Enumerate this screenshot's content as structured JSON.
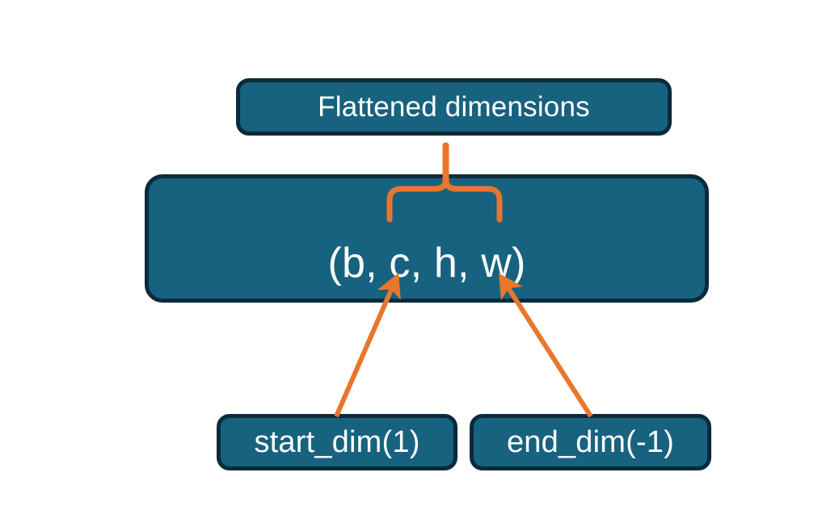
{
  "diagram": {
    "title_box": {
      "label": "Flattened dimensions",
      "name": "flattened-dimensions-box"
    },
    "tuple_box": {
      "label": "(b, c, h, w)",
      "name": "tensor-shape-box"
    },
    "start_box": {
      "label": "start_dim(1)",
      "name": "start-dim-box"
    },
    "end_box": {
      "label": "end_dim(-1)",
      "name": "end-dim-box"
    },
    "connectors": {
      "brace_name": "flattened-range-brace",
      "start_arrow_name": "start-dim-arrow",
      "end_arrow_name": "end-dim-arrow"
    },
    "colors": {
      "box_fill": "#17627F",
      "box_border": "#0B2A3C",
      "accent_orange": "#E8762C",
      "text": "#FFFFFF",
      "background": "#FFFFFF"
    }
  }
}
